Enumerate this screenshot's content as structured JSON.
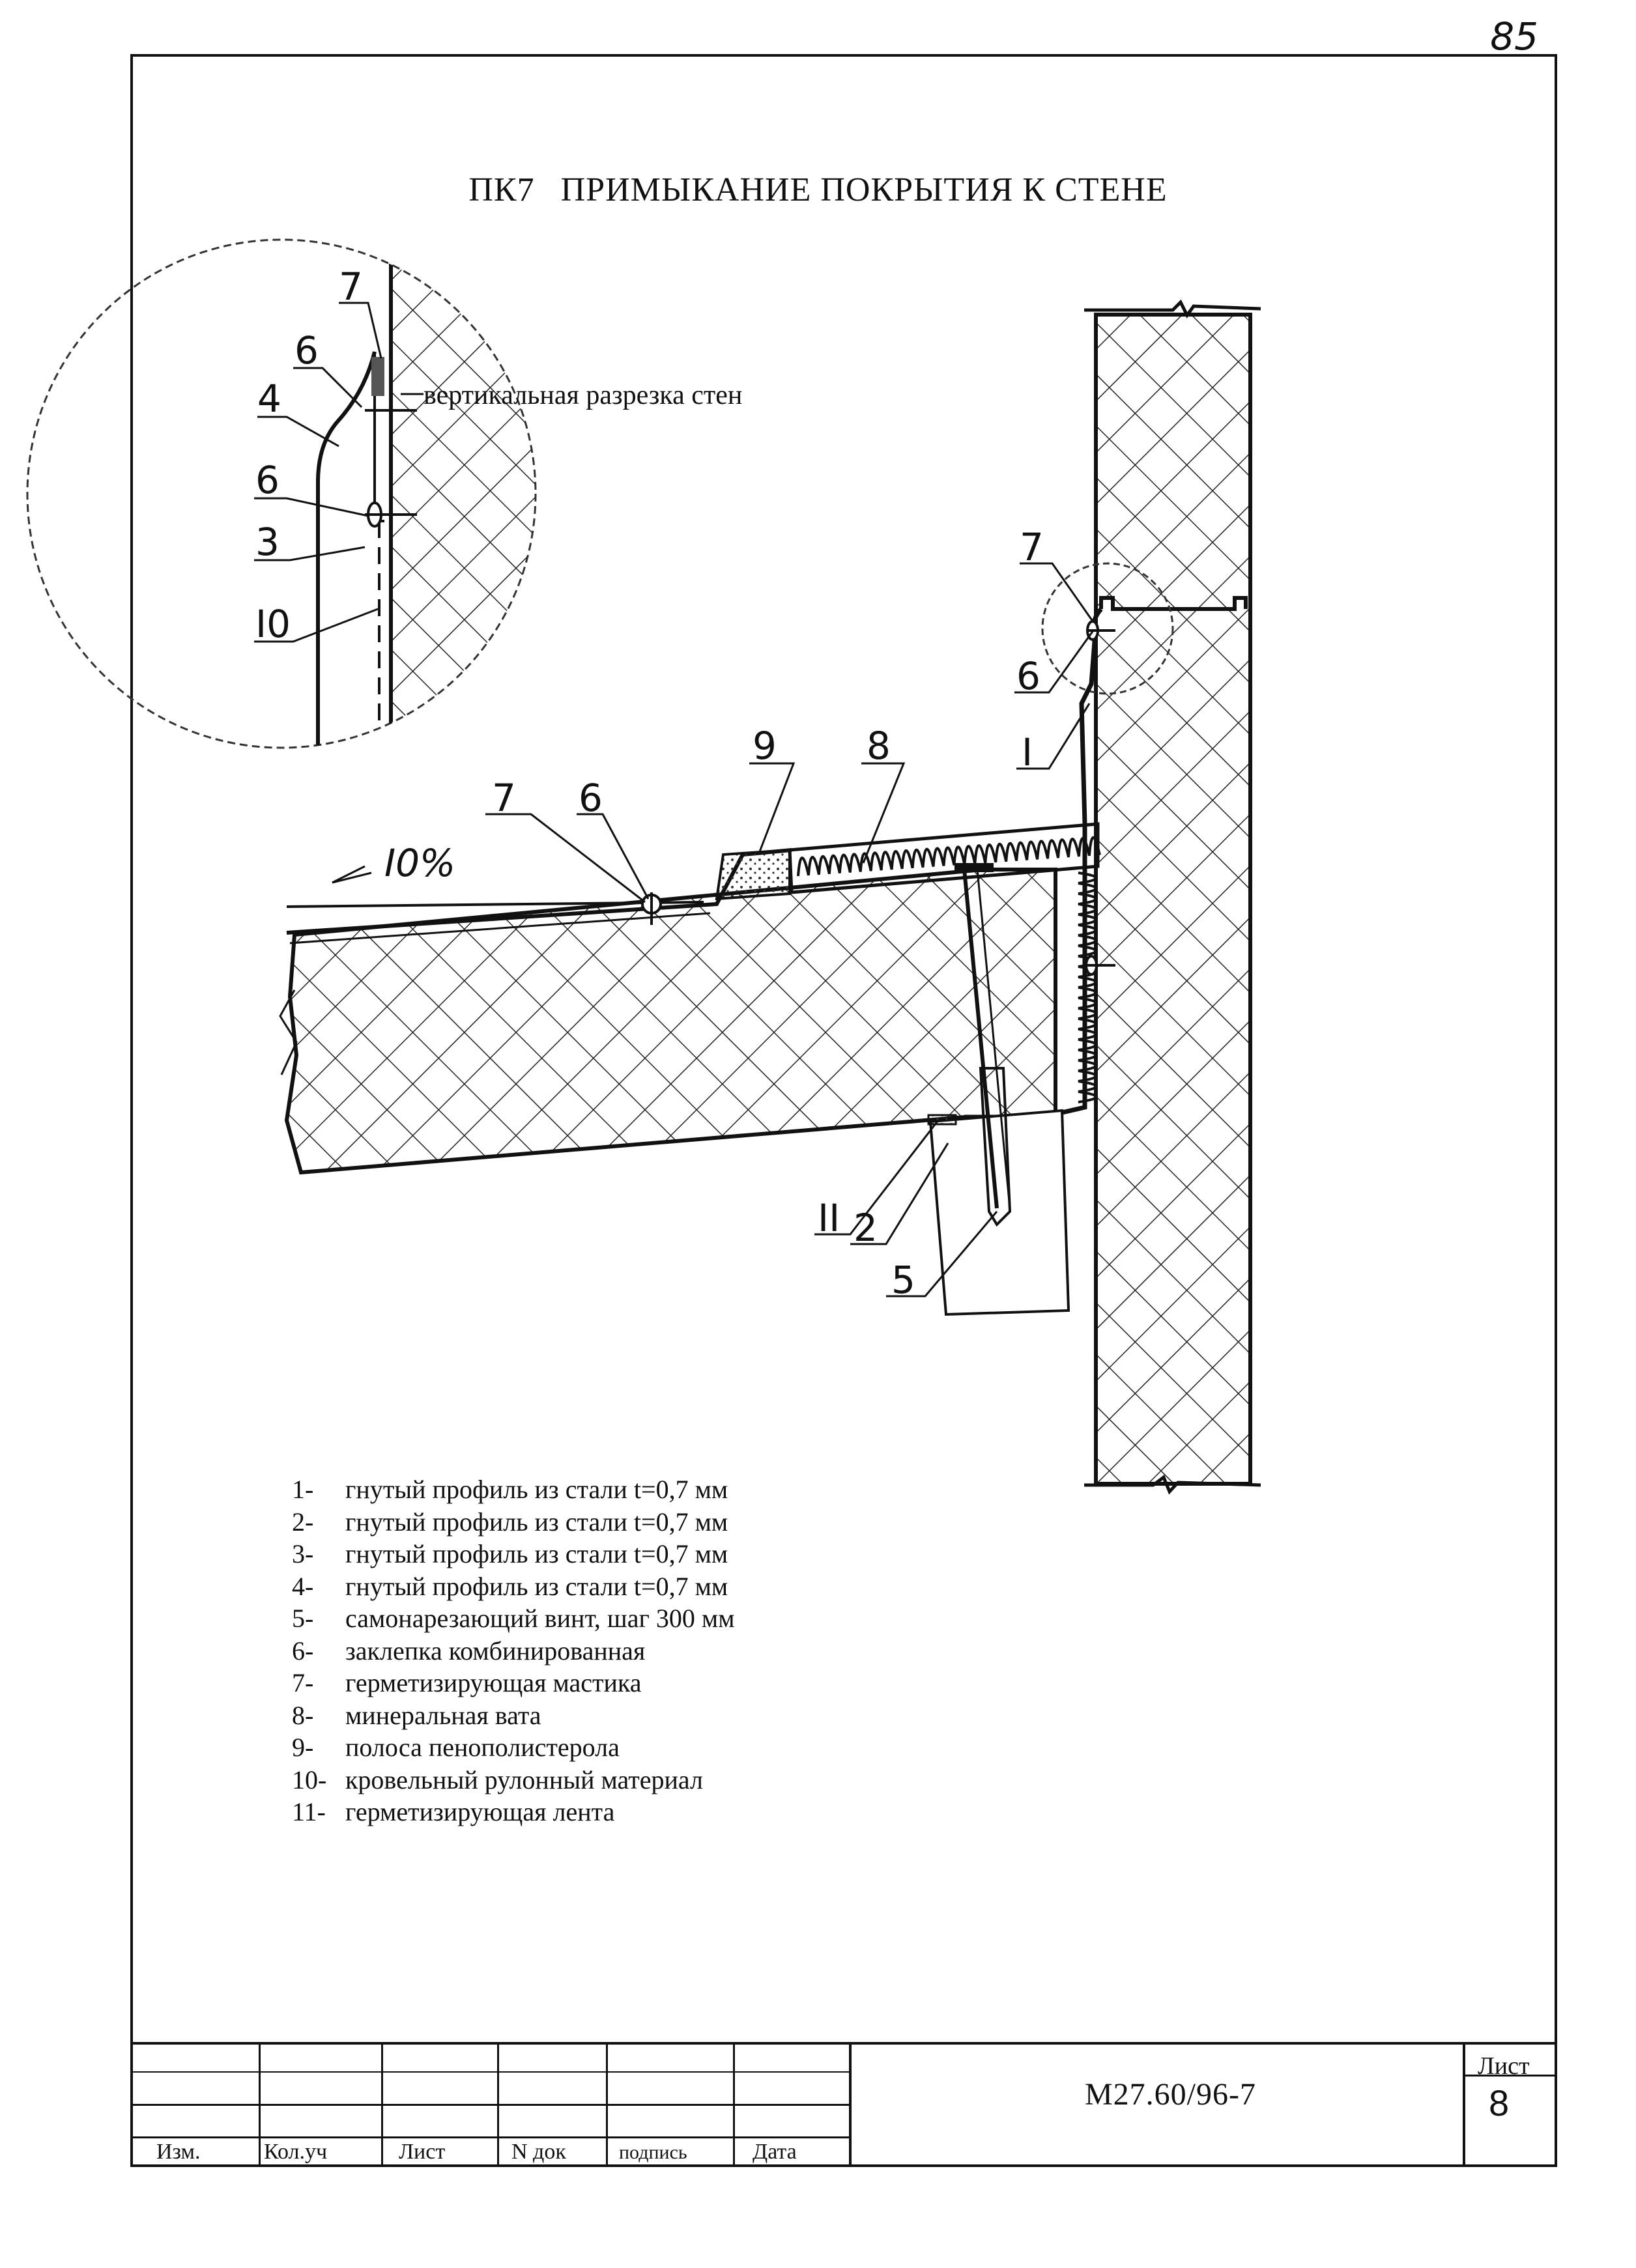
{
  "page_number": "85",
  "title": {
    "code": "ПК7",
    "text": "ПРИМЫКАНИЕ ПОКРЫТИЯ К СТЕНЕ"
  },
  "callouts": {
    "detail": {
      "label_7": "7",
      "label_6a": "6",
      "label_4": "4",
      "label_6b": "6",
      "label_3": "3",
      "label_10": "I0",
      "note": "вертикальная разрезка стен"
    },
    "main": {
      "label_7a": "7",
      "label_6a": "6",
      "label_1": "I",
      "label_9": "9",
      "label_8": "8",
      "label_7b": "7",
      "label_6b": "6",
      "slope": "I0%",
      "label_11": "II",
      "label_2": "2",
      "label_5": "5"
    }
  },
  "legend": [
    {
      "num": "1-",
      "text": "гнутый профиль из стали t=0,7 мм"
    },
    {
      "num": "2-",
      "text": "гнутый профиль из стали t=0,7 мм"
    },
    {
      "num": "3-",
      "text": "гнутый профиль из стали t=0,7 мм"
    },
    {
      "num": "4-",
      "text": "гнутый профиль из стали t=0,7 мм"
    },
    {
      "num": "5-",
      "text": "самонарезающий  винт, шаг 300 мм"
    },
    {
      "num": "6-",
      "text": "заклепка комбинированная"
    },
    {
      "num": "7-",
      "text": "герметизирующая мастика"
    },
    {
      "num": "8-",
      "text": "минеральная вата"
    },
    {
      "num": "9-",
      "text": "полоса пенополистерола"
    },
    {
      "num": "10-",
      "text": "кровельный рулонный материал"
    },
    {
      "num": "11-",
      "text": "герметизирующая лента"
    }
  ],
  "title_block": {
    "headers": [
      "Изм.",
      "Кол.уч",
      "Лист",
      "N док",
      "подпись",
      "Дата"
    ],
    "document_code": "М27.60/96-7",
    "sheet_label": "Лист",
    "sheet_number": "8"
  }
}
